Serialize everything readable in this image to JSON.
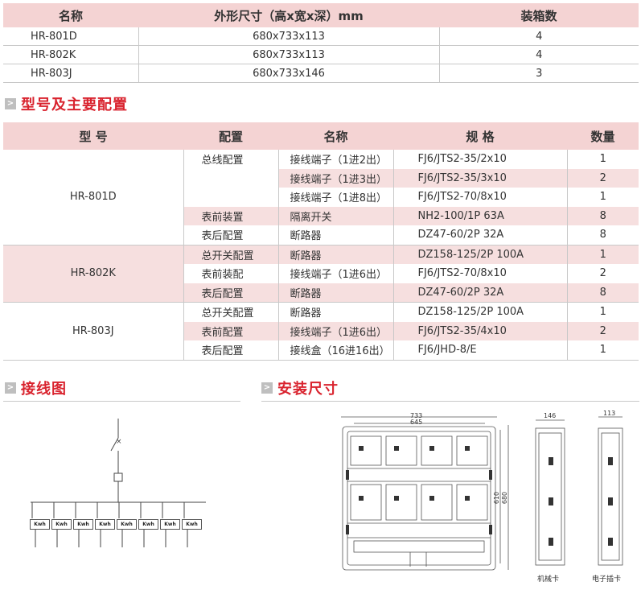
{
  "spec_table": {
    "headers": [
      "名称",
      "外形尺寸（高x宽x深）mm",
      "装箱数"
    ],
    "rows": [
      [
        "HR-801D",
        "680x733x113",
        "4"
      ],
      [
        "HR-802K",
        "680x733x113",
        "4"
      ],
      [
        "HR-803J",
        "680x733x146",
        "3"
      ]
    ]
  },
  "sections": {
    "config_title": "型号及主要配置",
    "wiring_title": "接线图",
    "install_title": "安装尺寸",
    "marker": ">"
  },
  "config_table": {
    "headers": [
      "型 号",
      "配置",
      "名称",
      "规 格",
      "数量"
    ],
    "groups": [
      {
        "model": "HR-801D",
        "rows": [
          [
            "总线配置",
            "接线端子（1进2出）",
            "FJ6/JTS2-35/2x10",
            "1"
          ],
          [
            "",
            "接线端子（1进3出）",
            "FJ6/JTS2-35/3x10",
            "2"
          ],
          [
            "",
            "接线端子（1进8出）",
            "FJ6/JTS2-70/8x10",
            "1"
          ],
          [
            "表前装置",
            "隔离开关",
            "NH2-100/1P 63A",
            "8"
          ],
          [
            "表后配置",
            "断路器",
            "DZ47-60/2P 32A",
            "8"
          ]
        ]
      },
      {
        "model": "HR-802K",
        "rows": [
          [
            "总开关配置",
            "断路器",
            "DZ158-125/2P 100A",
            "1"
          ],
          [
            "表前装配",
            "接线端子（1进6出）",
            "FJ6/JTS2-70/8x10",
            "2"
          ],
          [
            "表后配置",
            "断路器",
            "DZ47-60/2P 32A",
            "8"
          ]
        ]
      },
      {
        "model": "HR-803J",
        "rows": [
          [
            "总开关配置",
            "断路器",
            "DZ158-125/2P 100A",
            "1"
          ],
          [
            "表前配置",
            "接线端子（1进6出）",
            "FJ6/JTS2-35/4x10",
            "2"
          ],
          [
            "表后配置",
            "接线盒（16进16出）",
            "FJ6/JHD-8/E",
            "1"
          ]
        ]
      }
    ]
  },
  "wiring": {
    "meter_label": "Kwh",
    "meter_count": 8
  },
  "dimensions": {
    "width_outer": "733",
    "width_inner": "645",
    "height_inner": "610",
    "height_outer": "680",
    "depth_1": "146",
    "depth_2": "113",
    "label_mech": "机械卡",
    "label_elec": "电子插卡"
  },
  "colors": {
    "accent": "#d9232e",
    "header_bg": "#f4d3d3",
    "row_pink": "#f6dfdf"
  }
}
